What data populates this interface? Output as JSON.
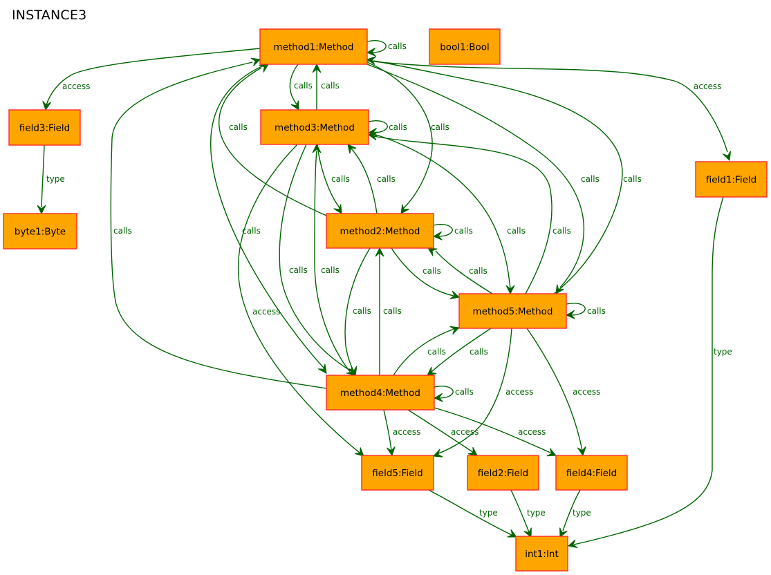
{
  "diagram": {
    "title": "INSTANCE3",
    "colors": {
      "node_fill": "#ffa500",
      "node_border": "#ff2a2a",
      "edge": "#006400",
      "edge_label": "#006400"
    },
    "nodes": [
      {
        "id": "method1",
        "label": "method1:Method"
      },
      {
        "id": "bool1",
        "label": "bool1:Bool"
      },
      {
        "id": "field3",
        "label": "field3:Field"
      },
      {
        "id": "method3",
        "label": "method3:Method"
      },
      {
        "id": "byte1",
        "label": "byte1:Byte"
      },
      {
        "id": "field1",
        "label": "field1:Field"
      },
      {
        "id": "method2",
        "label": "method2:Method"
      },
      {
        "id": "method5",
        "label": "method5:Method"
      },
      {
        "id": "method4",
        "label": "method4:Method"
      },
      {
        "id": "field5",
        "label": "field5:Field"
      },
      {
        "id": "field2",
        "label": "field2:Field"
      },
      {
        "id": "field4",
        "label": "field4:Field"
      },
      {
        "id": "int1",
        "label": "int1:Int"
      }
    ],
    "edges": [
      {
        "from": "method1",
        "to": "method1",
        "label": "calls"
      },
      {
        "from": "method1",
        "to": "field3",
        "label": "access"
      },
      {
        "from": "method1",
        "to": "field1",
        "label": "access"
      },
      {
        "from": "method1",
        "to": "method3",
        "label": "calls"
      },
      {
        "from": "method3",
        "to": "method1",
        "label": "calls"
      },
      {
        "from": "method1",
        "to": "method2",
        "label": "calls"
      },
      {
        "from": "method2",
        "to": "method1",
        "label": "calls"
      },
      {
        "from": "method4",
        "to": "method1",
        "label": "calls"
      },
      {
        "from": "method1",
        "to": "method4",
        "label": "calls"
      },
      {
        "from": "method5",
        "to": "method1",
        "label": "calls"
      },
      {
        "from": "method1",
        "to": "method5",
        "label": "calls"
      },
      {
        "from": "field3",
        "to": "byte1",
        "label": "type"
      },
      {
        "from": "method3",
        "to": "method3",
        "label": "calls"
      },
      {
        "from": "method3",
        "to": "method2",
        "label": "calls"
      },
      {
        "from": "method2",
        "to": "method3",
        "label": "calls"
      },
      {
        "from": "method3",
        "to": "method4",
        "label": "calls"
      },
      {
        "from": "method4",
        "to": "method3",
        "label": "calls"
      },
      {
        "from": "method3",
        "to": "field5",
        "label": "access"
      },
      {
        "from": "method3",
        "to": "method5",
        "label": "calls"
      },
      {
        "from": "method5",
        "to": "method3",
        "label": "calls"
      },
      {
        "from": "method2",
        "to": "method2",
        "label": "calls"
      },
      {
        "from": "method2",
        "to": "method5",
        "label": "calls"
      },
      {
        "from": "method5",
        "to": "method2",
        "label": "calls"
      },
      {
        "from": "method2",
        "to": "method4",
        "label": "calls"
      },
      {
        "from": "method4",
        "to": "method2",
        "label": "calls"
      },
      {
        "from": "method5",
        "to": "method5",
        "label": "calls"
      },
      {
        "from": "method4",
        "to": "method5",
        "label": "calls"
      },
      {
        "from": "method5",
        "to": "method4",
        "label": "calls"
      },
      {
        "from": "method5",
        "to": "field5",
        "label": "access"
      },
      {
        "from": "method5",
        "to": "field4",
        "label": "access"
      },
      {
        "from": "method4",
        "to": "method4",
        "label": "calls"
      },
      {
        "from": "method4",
        "to": "field5",
        "label": "access"
      },
      {
        "from": "method4",
        "to": "field2",
        "label": "access"
      },
      {
        "from": "method4",
        "to": "field4",
        "label": "access"
      },
      {
        "from": "field5",
        "to": "int1",
        "label": "type"
      },
      {
        "from": "field2",
        "to": "int1",
        "label": "type"
      },
      {
        "from": "field4",
        "to": "int1",
        "label": "type"
      },
      {
        "from": "field1",
        "to": "int1",
        "label": "type"
      }
    ]
  }
}
